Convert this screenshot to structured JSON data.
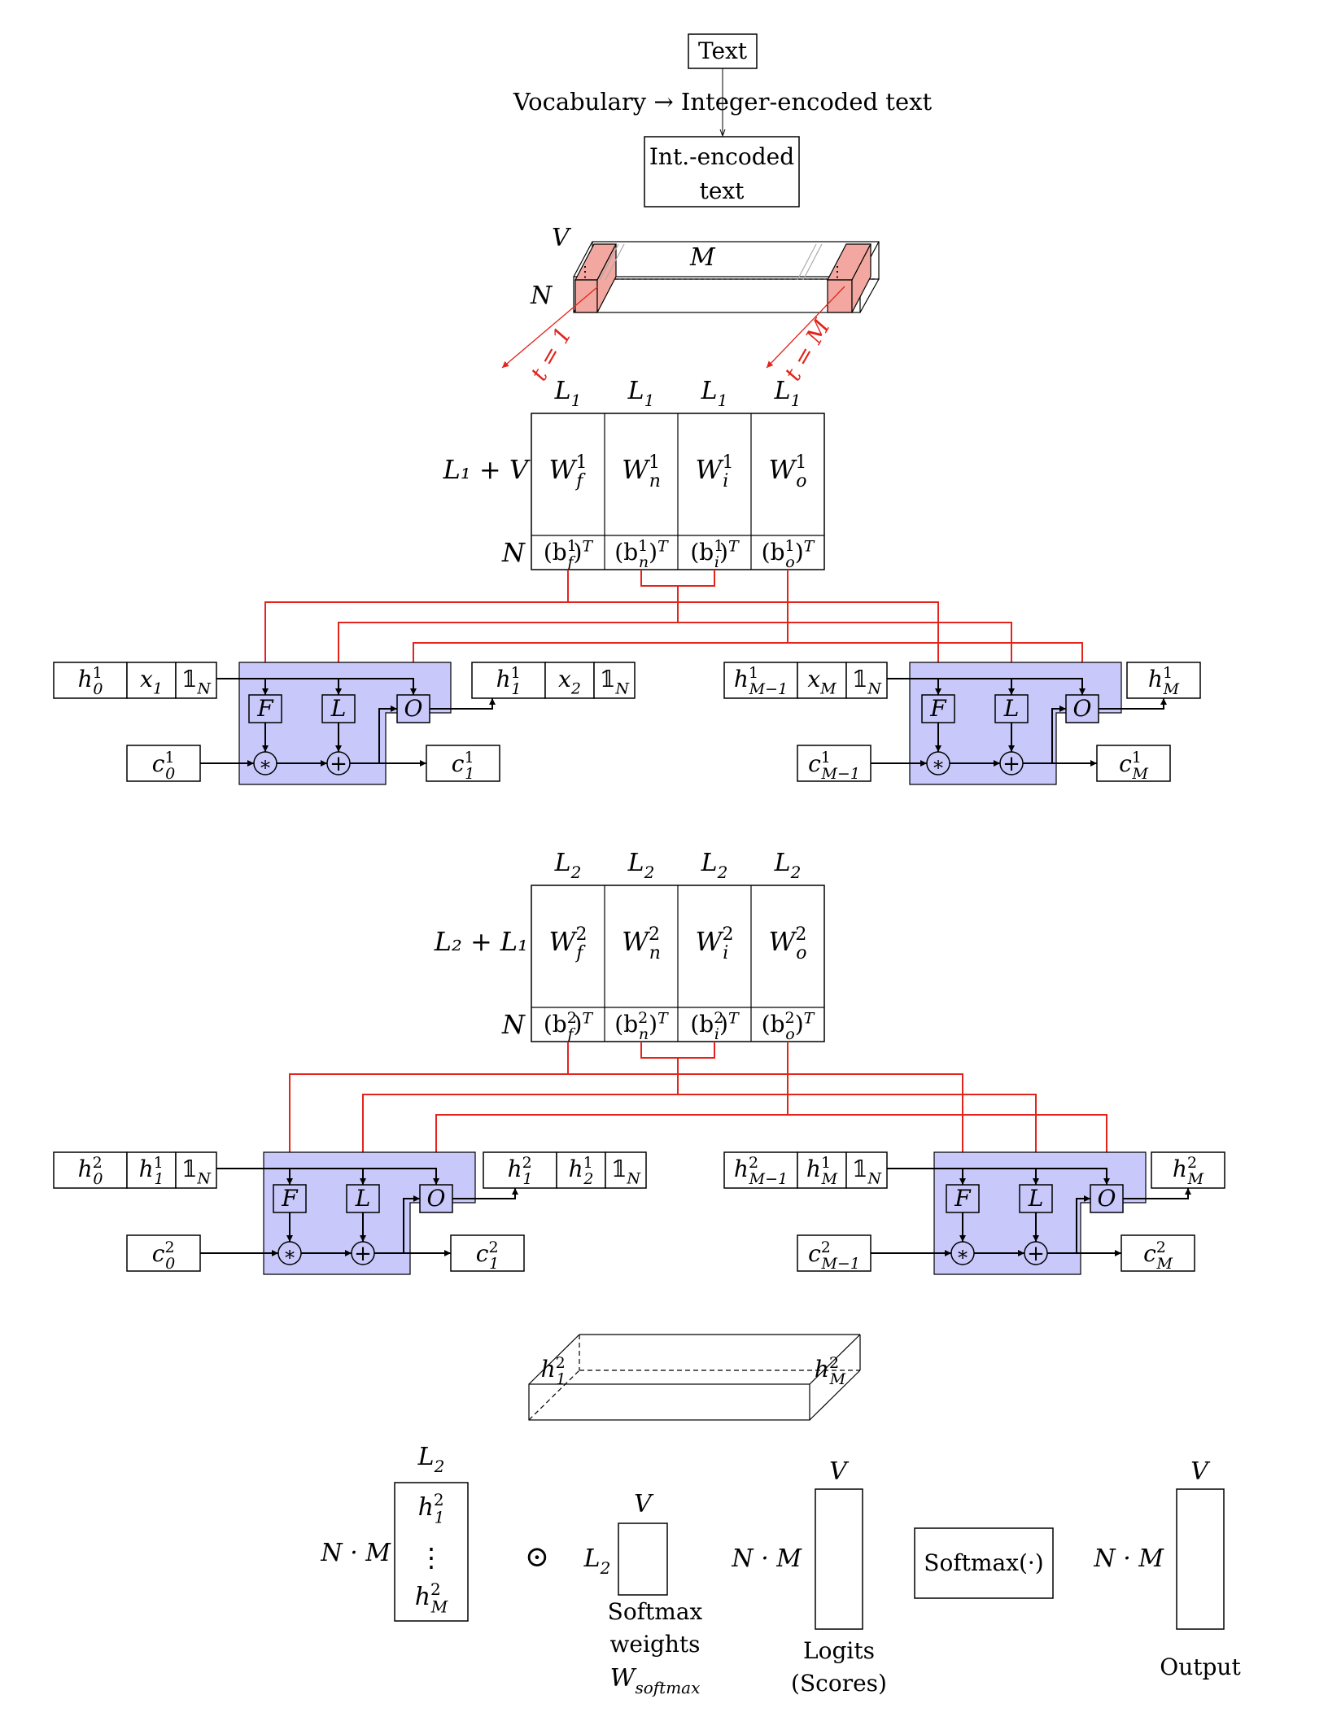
{
  "top": {
    "text_box": "Text",
    "vocab_arrow_left": "Vocabulary",
    "vocab_arrow_sym": "→",
    "vocab_arrow_right": "Integer-encoded text",
    "int_encoded_line1": "Int.-encoded",
    "int_encoded_line2": "text"
  },
  "tensor": {
    "V": "V",
    "N": "N",
    "M": "M",
    "t_first": "t = 1",
    "t_last": "t = M"
  },
  "layer1": {
    "col_labels": [
      "L",
      "L",
      "L",
      "L"
    ],
    "col_sub": [
      "1",
      "1",
      "1",
      "1"
    ],
    "row_label_W": "L₁ + V",
    "row_label_b": "N",
    "W": [
      {
        "base": "W",
        "sup": "1",
        "sub": "f"
      },
      {
        "base": "W",
        "sup": "1",
        "sub": "n"
      },
      {
        "base": "W",
        "sup": "1",
        "sub": "i"
      },
      {
        "base": "W",
        "sup": "1",
        "sub": "o"
      }
    ],
    "b": [
      {
        "base": "(b",
        "sup": "1",
        "sub": "f",
        "tail": ")",
        "tsup": "T"
      },
      {
        "base": "(b",
        "sup": "1",
        "sub": "n",
        "tail": ")",
        "tsup": "T"
      },
      {
        "base": "(b",
        "sup": "1",
        "sub": "i",
        "tail": ")",
        "tsup": "T"
      },
      {
        "base": "(b",
        "sup": "1",
        "sub": "o",
        "tail": ")",
        "tsup": "T"
      }
    ],
    "left_input": [
      {
        "base": "h",
        "sup": "1",
        "sub": "0"
      },
      {
        "base": "x",
        "sup": "",
        "sub": "1"
      },
      {
        "base": "𝟙",
        "sup": "",
        "sub": "N"
      }
    ],
    "left_c_in": {
      "base": "c",
      "sup": "1",
      "sub": "0"
    },
    "mid_output": [
      {
        "base": "h",
        "sup": "1",
        "sub": "1"
      },
      {
        "base": "x",
        "sup": "",
        "sub": "2"
      },
      {
        "base": "𝟙",
        "sup": "",
        "sub": "N"
      }
    ],
    "left_c_out": {
      "base": "c",
      "sup": "1",
      "sub": "1"
    },
    "right_input": [
      {
        "base": "h",
        "sup": "1",
        "sub": "M−1"
      },
      {
        "base": "x",
        "sup": "",
        "sub": "M"
      },
      {
        "base": "𝟙",
        "sup": "",
        "sub": "N"
      }
    ],
    "right_c_in": {
      "base": "c",
      "sup": "1",
      "sub": "M−1"
    },
    "right_output": {
      "base": "h",
      "sup": "1",
      "sub": "M"
    },
    "right_c_out": {
      "base": "c",
      "sup": "1",
      "sub": "M"
    }
  },
  "layer2": {
    "col_labels": [
      "L",
      "L",
      "L",
      "L"
    ],
    "col_sub": [
      "2",
      "2",
      "2",
      "2"
    ],
    "row_label_W": "L₂ + L₁",
    "row_label_b": "N",
    "W": [
      {
        "base": "W",
        "sup": "2",
        "sub": "f"
      },
      {
        "base": "W",
        "sup": "2",
        "sub": "n"
      },
      {
        "base": "W",
        "sup": "2",
        "sub": "i"
      },
      {
        "base": "W",
        "sup": "2",
        "sub": "o"
      }
    ],
    "b": [
      {
        "base": "(b",
        "sup": "2",
        "sub": "f",
        "tail": ")",
        "tsup": "T"
      },
      {
        "base": "(b",
        "sup": "2",
        "sub": "n",
        "tail": ")",
        "tsup": "T"
      },
      {
        "base": "(b",
        "sup": "2",
        "sub": "i",
        "tail": ")",
        "tsup": "T"
      },
      {
        "base": "(b",
        "sup": "2",
        "sub": "o",
        "tail": ")",
        "tsup": "T"
      }
    ],
    "left_input": [
      {
        "base": "h",
        "sup": "2",
        "sub": "0"
      },
      {
        "base": "h",
        "sup": "1",
        "sub": "1"
      },
      {
        "base": "𝟙",
        "sup": "",
        "sub": "N"
      }
    ],
    "left_c_in": {
      "base": "c",
      "sup": "2",
      "sub": "0"
    },
    "mid_output": [
      {
        "base": "h",
        "sup": "2",
        "sub": "1"
      },
      {
        "base": "h",
        "sup": "1",
        "sub": "2"
      },
      {
        "base": "𝟙",
        "sup": "",
        "sub": "N"
      }
    ],
    "left_c_out": {
      "base": "c",
      "sup": "2",
      "sub": "1"
    },
    "right_input": [
      {
        "base": "h",
        "sup": "2",
        "sub": "M−1"
      },
      {
        "base": "h",
        "sup": "1",
        "sub": "M"
      },
      {
        "base": "𝟙",
        "sup": "",
        "sub": "N"
      }
    ],
    "right_c_in": {
      "base": "c",
      "sup": "2",
      "sub": "M−1"
    },
    "right_output": {
      "base": "h",
      "sup": "2",
      "sub": "M"
    },
    "right_c_out": {
      "base": "c",
      "sup": "2",
      "sub": "M"
    }
  },
  "cell": {
    "F": "F",
    "L": "L",
    "O": "O",
    "mul": "∗",
    "add": "+"
  },
  "output_slab": {
    "left": {
      "base": "h",
      "sup": "2",
      "sub": "1"
    },
    "right": {
      "base": "h",
      "sup": "2",
      "sub": "M"
    }
  },
  "bottom": {
    "h_col_label": {
      "base": "L",
      "sub": "2"
    },
    "h_row_label": "N · M",
    "h_top": {
      "base": "h",
      "sup": "2",
      "sub": "1"
    },
    "h_dots": "⋮",
    "h_bot": {
      "base": "h",
      "sup": "2",
      "sub": "M"
    },
    "odot": "⊙",
    "w_col_label": "V",
    "w_row_label": {
      "base": "L",
      "sub": "2"
    },
    "w_caption_1": "Softmax",
    "w_caption_2": "weights",
    "w_caption_3": {
      "base": "W",
      "sub": "softmax"
    },
    "logits_row_label": "N · M",
    "logits_col_label": "V",
    "logits_caption_1": "Logits",
    "logits_caption_2": "(Scores)",
    "softmax_box": "Softmax(·)",
    "out_row_label": "N · M",
    "out_col_label": "V",
    "out_caption": "Output"
  },
  "colors": {
    "red": "#e3241b",
    "cell_fill": "#c8c8fa",
    "slice_fill": "#f2a8a0"
  }
}
